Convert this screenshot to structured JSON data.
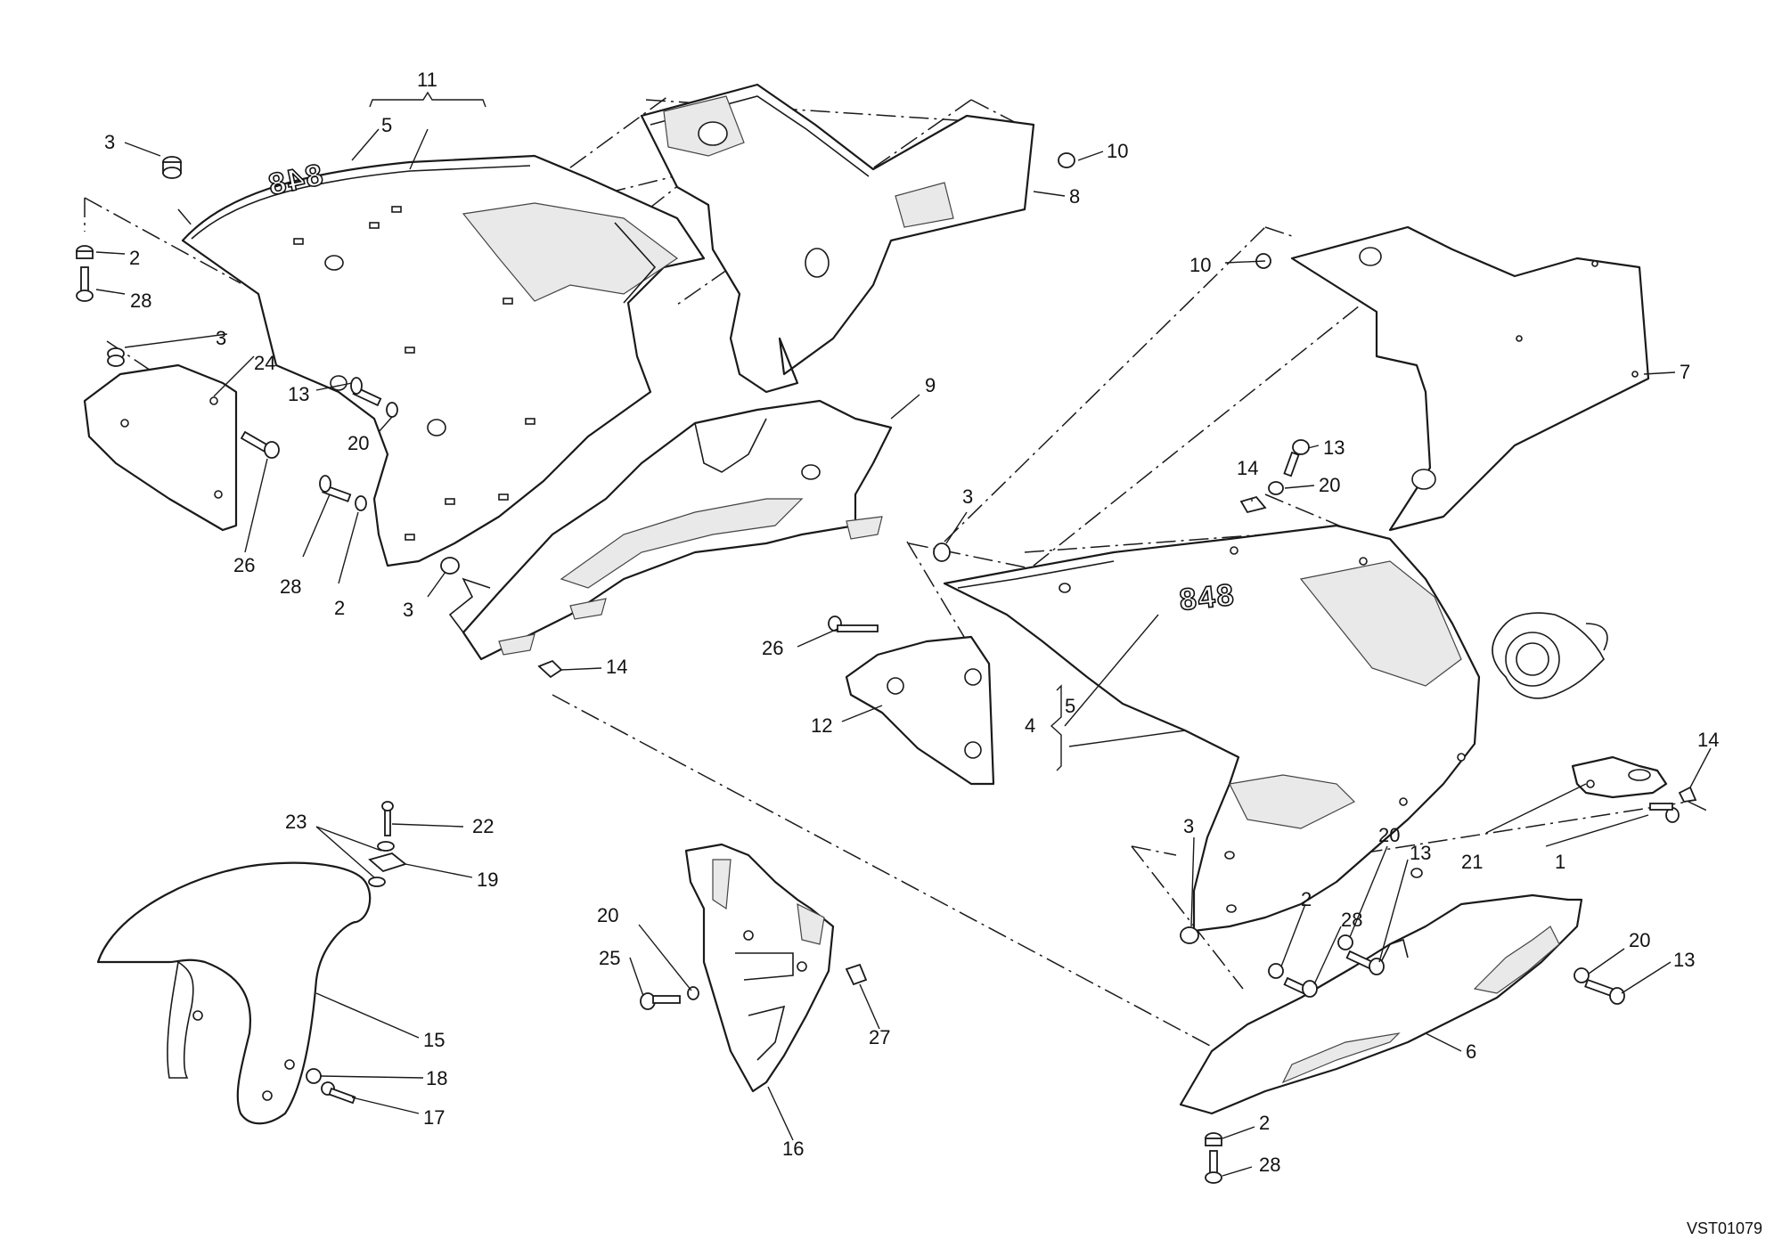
{
  "diagram": {
    "reference_code": "VST01079",
    "logo_text": "848",
    "callouts": [
      {
        "id": "c11",
        "label": "11"
      },
      {
        "id": "c5a",
        "label": "5"
      },
      {
        "id": "c3a",
        "label": "3"
      },
      {
        "id": "c2a",
        "label": "2"
      },
      {
        "id": "c28a",
        "label": "28"
      },
      {
        "id": "c3b",
        "label": "3"
      },
      {
        "id": "c24",
        "label": "24"
      },
      {
        "id": "c13a",
        "label": "13"
      },
      {
        "id": "c20a",
        "label": "20"
      },
      {
        "id": "c26a",
        "label": "26"
      },
      {
        "id": "c28b",
        "label": "28"
      },
      {
        "id": "c2b",
        "label": "2"
      },
      {
        "id": "c3c",
        "label": "3"
      },
      {
        "id": "c14a",
        "label": "14"
      },
      {
        "id": "c10a",
        "label": "10"
      },
      {
        "id": "c8",
        "label": "8"
      },
      {
        "id": "c9",
        "label": "9"
      },
      {
        "id": "c10b",
        "label": "10"
      },
      {
        "id": "c7",
        "label": "7"
      },
      {
        "id": "c13b",
        "label": "13"
      },
      {
        "id": "c14b",
        "label": "14"
      },
      {
        "id": "c20b",
        "label": "20"
      },
      {
        "id": "c3d",
        "label": "3"
      },
      {
        "id": "c26b",
        "label": "26"
      },
      {
        "id": "c12",
        "label": "12"
      },
      {
        "id": "c4",
        "label": "4"
      },
      {
        "id": "c5b",
        "label": "5"
      },
      {
        "id": "c14c",
        "label": "14"
      },
      {
        "id": "c21",
        "label": "21"
      },
      {
        "id": "c1",
        "label": "1"
      },
      {
        "id": "c3e",
        "label": "3"
      },
      {
        "id": "c20c",
        "label": "20"
      },
      {
        "id": "c13c",
        "label": "13"
      },
      {
        "id": "c2c",
        "label": "2"
      },
      {
        "id": "c28c",
        "label": "28"
      },
      {
        "id": "c20d",
        "label": "20"
      },
      {
        "id": "c13d",
        "label": "13"
      },
      {
        "id": "c6",
        "label": "6"
      },
      {
        "id": "c2d",
        "label": "2"
      },
      {
        "id": "c28d",
        "label": "28"
      },
      {
        "id": "c23",
        "label": "23"
      },
      {
        "id": "c22",
        "label": "22"
      },
      {
        "id": "c19",
        "label": "19"
      },
      {
        "id": "c15",
        "label": "15"
      },
      {
        "id": "c18",
        "label": "18"
      },
      {
        "id": "c17",
        "label": "17"
      },
      {
        "id": "c20e",
        "label": "20"
      },
      {
        "id": "c25",
        "label": "25"
      },
      {
        "id": "c27",
        "label": "27"
      },
      {
        "id": "c16",
        "label": "16"
      }
    ]
  }
}
